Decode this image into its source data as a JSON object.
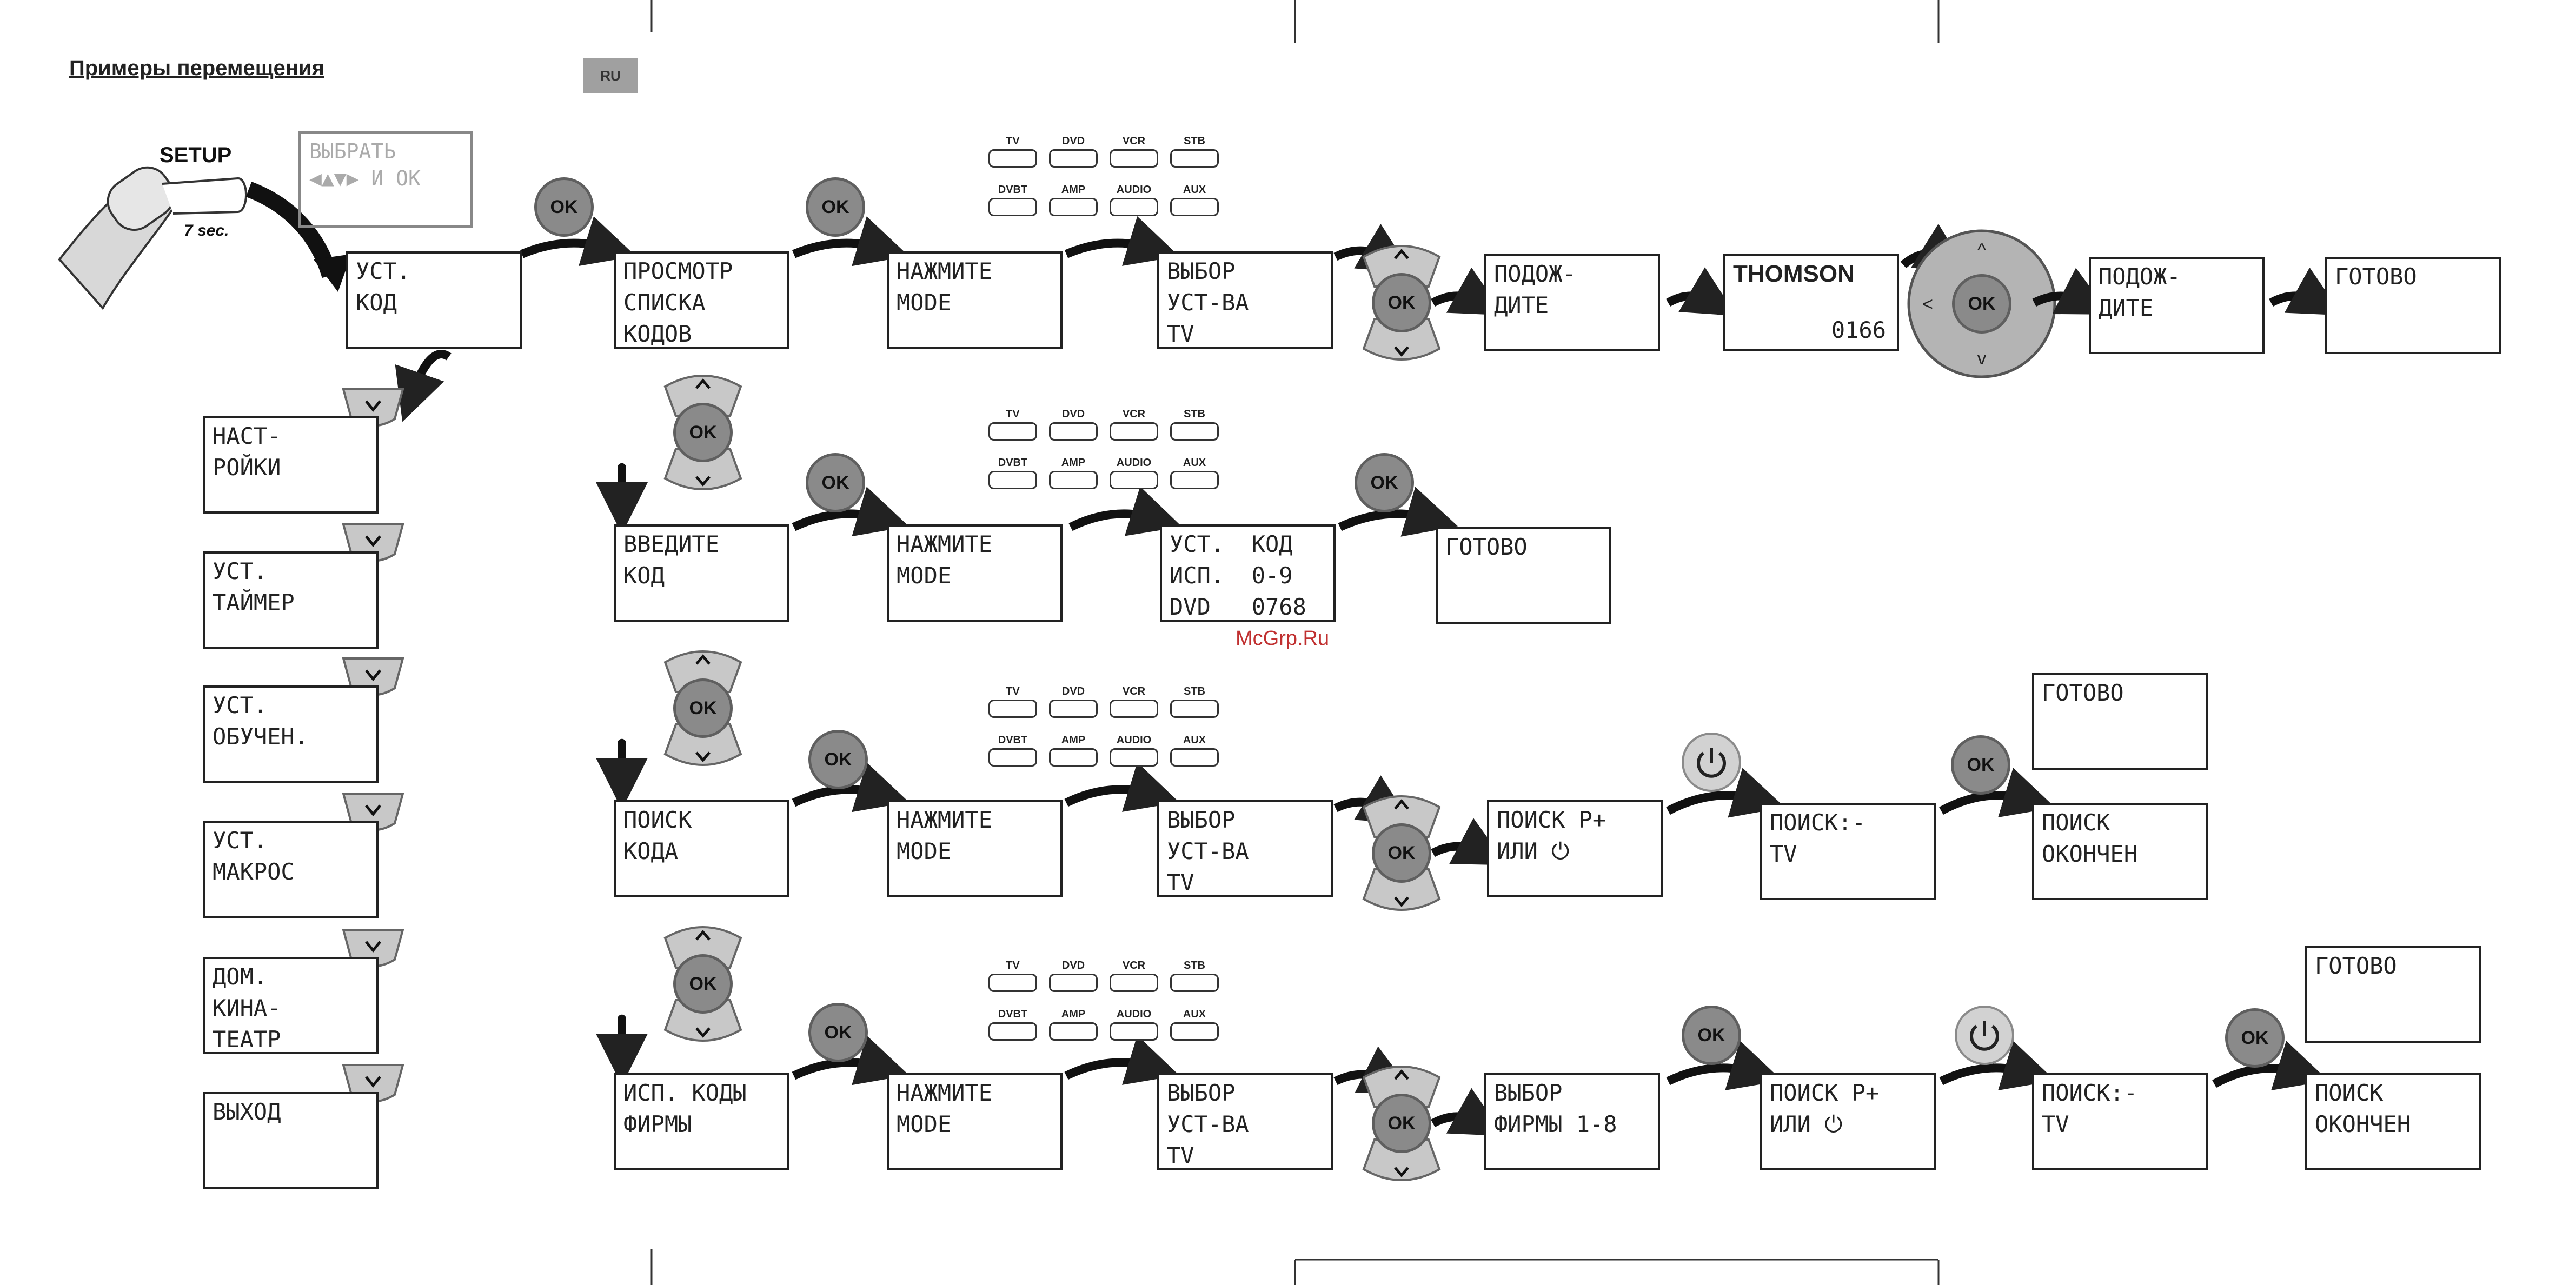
{
  "header": {
    "title": "Примеры перемещения",
    "lang_badge": "RU"
  },
  "setup": {
    "button_label": "SETUP",
    "hold_time": "7 sec.",
    "hint_line1": "ВЫБРАТЬ",
    "hint_line2": "◀▲▼▶ И ОК"
  },
  "ok_label": "OK",
  "device_keys": {
    "row1": [
      "TV",
      "DVD",
      "VCR",
      "STB"
    ],
    "row2": [
      "DVBT",
      "AMP",
      "AUDIO",
      "AUX"
    ]
  },
  "menu": {
    "main": [
      "УСТ.",
      "КОД"
    ],
    "items": [
      {
        "lines": [
          "НАСТ-",
          "РОЙКИ"
        ]
      },
      {
        "lines": [
          "УСТ.",
          "ТАЙМЕР"
        ]
      },
      {
        "lines": [
          "УСТ.",
          "ОБУЧЕН."
        ]
      },
      {
        "lines": [
          "УСТ.",
          "МАКРОС"
        ]
      },
      {
        "lines": [
          "ДОМ.",
          "КИНА-",
          "ТЕАТР"
        ]
      },
      {
        "lines": [
          "ВЫХОД"
        ]
      }
    ]
  },
  "flow": {
    "row1": {
      "start": [
        "ПРОСМОТР",
        "СПИСКА",
        "КОДОВ"
      ],
      "press": [
        "НАЖМИТЕ",
        "MODE"
      ],
      "select": [
        "ВЫБОР",
        "УСТ-ВА",
        "TV"
      ],
      "wait1": [
        "ПОДОЖ-",
        "ДИТЕ"
      ],
      "brand": "THOMSON",
      "brand_code": "0166",
      "wait2": [
        "ПОДОЖ-",
        "ДИТЕ"
      ],
      "done": "ГОТОВО"
    },
    "row2": {
      "start": [
        "ВВЕДИТЕ",
        "КОД"
      ],
      "press": [
        "НАЖМИТЕ",
        "MODE"
      ],
      "code": [
        "УСТ.  КОД",
        "ИСП.  0-9",
        "DVD   0768"
      ],
      "done": "ГОТОВО"
    },
    "row3": {
      "start": [
        "ПОИСК",
        "КОДА"
      ],
      "press": [
        "НАЖМИТЕ",
        "MODE"
      ],
      "select": [
        "ВЫБОР",
        "УСТ-ВА",
        "TV"
      ],
      "search": [
        "ПОИСК P+",
        "ИЛИ ⏻"
      ],
      "searching": [
        "ПОИСК:-",
        "",
        "TV"
      ],
      "done": "ГОТОВО",
      "finished": [
        "ПОИСК",
        "ОКОНЧЕН"
      ]
    },
    "row4": {
      "start": [
        "ИСП. КОДЫ",
        "ФИРМЫ"
      ],
      "press": [
        "НАЖМИТЕ",
        "MODE"
      ],
      "select": [
        "ВЫБОР",
        "УСТ-ВА",
        "TV"
      ],
      "brand_select": [
        "ВЫБОР",
        "ФИРМЫ 1-8"
      ],
      "search": [
        "ПОИСК P+",
        "ИЛИ ⏻"
      ],
      "searching": [
        "ПОИСК:-",
        "",
        "TV"
      ],
      "done": "ГОТОВО",
      "finished": [
        "ПОИСК",
        "ОКОНЧЕН"
      ]
    }
  },
  "watermark": "McGrp.Ru",
  "colors": {
    "ink": "#222222",
    "button_gray": "#8a8a8a",
    "light_gray": "#d2d2d2",
    "watermark": "#c03030"
  }
}
